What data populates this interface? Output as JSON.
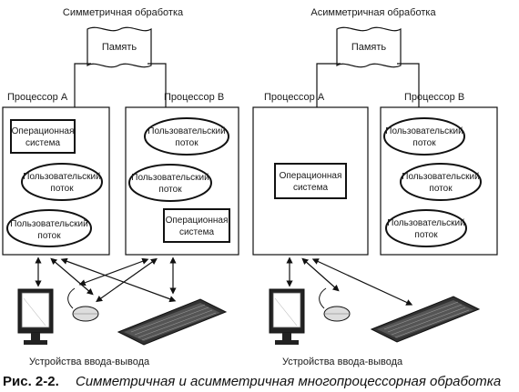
{
  "left": {
    "title": "Симметричная обработка",
    "memory": "Память",
    "proc_a_label": "Процессор A",
    "proc_b_label": "Процессор B",
    "a_os": [
      "Операционная",
      "система"
    ],
    "a_thread1": [
      "Пользовательский",
      "поток"
    ],
    "a_thread2": [
      "Пользовательский",
      "поток"
    ],
    "b_thread1": [
      "Пользовательский",
      "поток"
    ],
    "b_thread2": [
      "Пользовательский",
      "поток"
    ],
    "b_os": [
      "Операционная",
      "система"
    ],
    "io_label": "Устройства ввода-вывода"
  },
  "right": {
    "title": "Асимметричная обработка",
    "memory": "Память",
    "proc_a_label": "Процессор A",
    "proc_b_label": "Процессор B",
    "a_os": [
      "Операционная",
      "система"
    ],
    "b_thread1": [
      "Пользовательский",
      "поток"
    ],
    "b_thread2": [
      "Пользовательский",
      "поток"
    ],
    "b_thread3": [
      "Пользовательский",
      "поток"
    ],
    "io_label": "Устройства ввода-вывода"
  },
  "caption": {
    "prefix": "Рис. 2-2.",
    "text": "Симметричная и асимметричная многопроцессорная обработка"
  }
}
